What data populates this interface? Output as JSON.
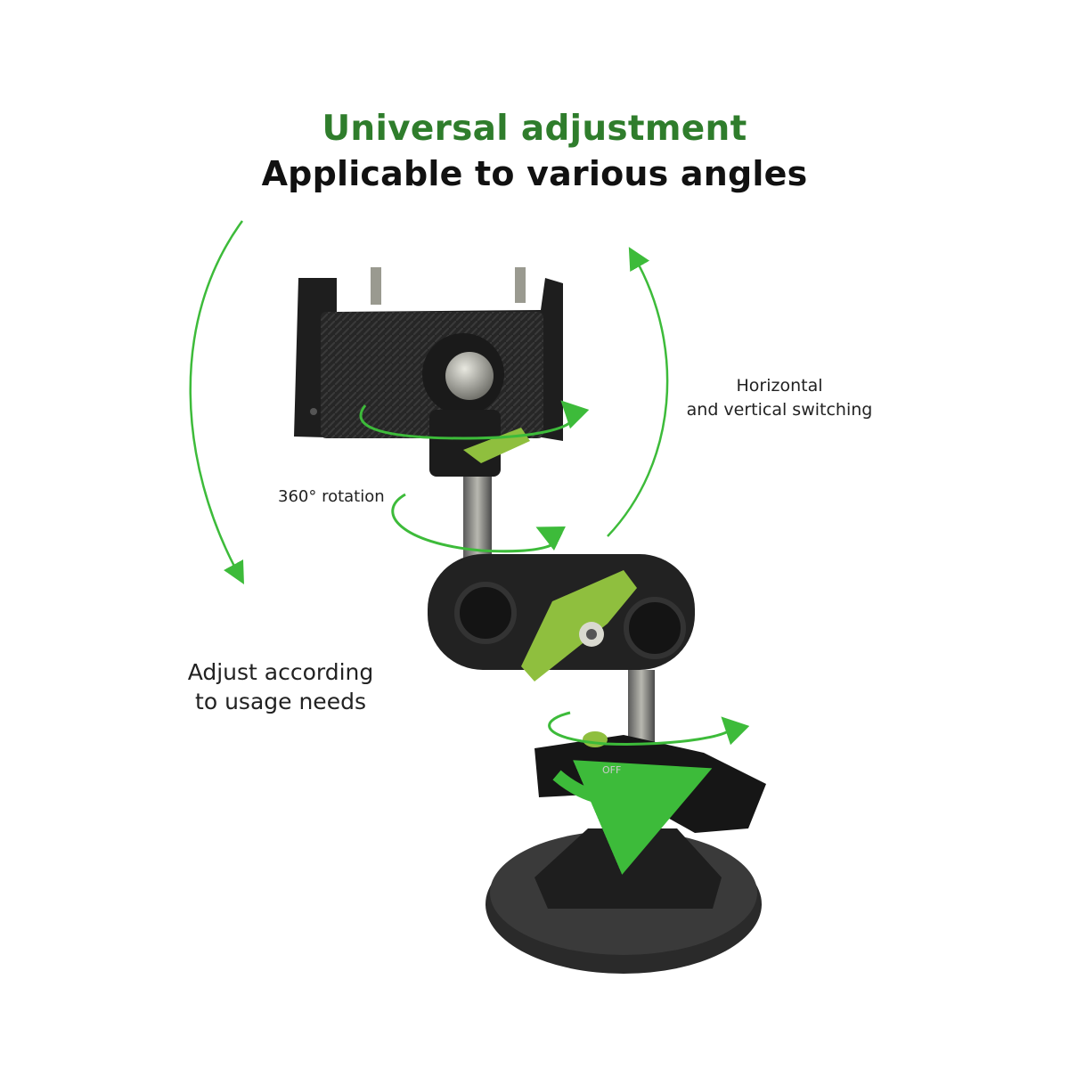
{
  "headline": {
    "title": "Universal adjustment",
    "subtitle": "Applicable to various angles"
  },
  "callouts": {
    "rotation": "360° rotation",
    "switch_line1": "Horizontal",
    "switch_line2": "and vertical switching",
    "adjust_line1": "Adjust according",
    "adjust_line2": "to usage needs"
  },
  "colors": {
    "accent_green": "#2f7d2c",
    "arrow_green": "#3dbb3a",
    "knob_green": "#8fbf3e",
    "metal_dark": "#1c1c1c"
  },
  "device": {
    "knob_text": "OFF"
  }
}
